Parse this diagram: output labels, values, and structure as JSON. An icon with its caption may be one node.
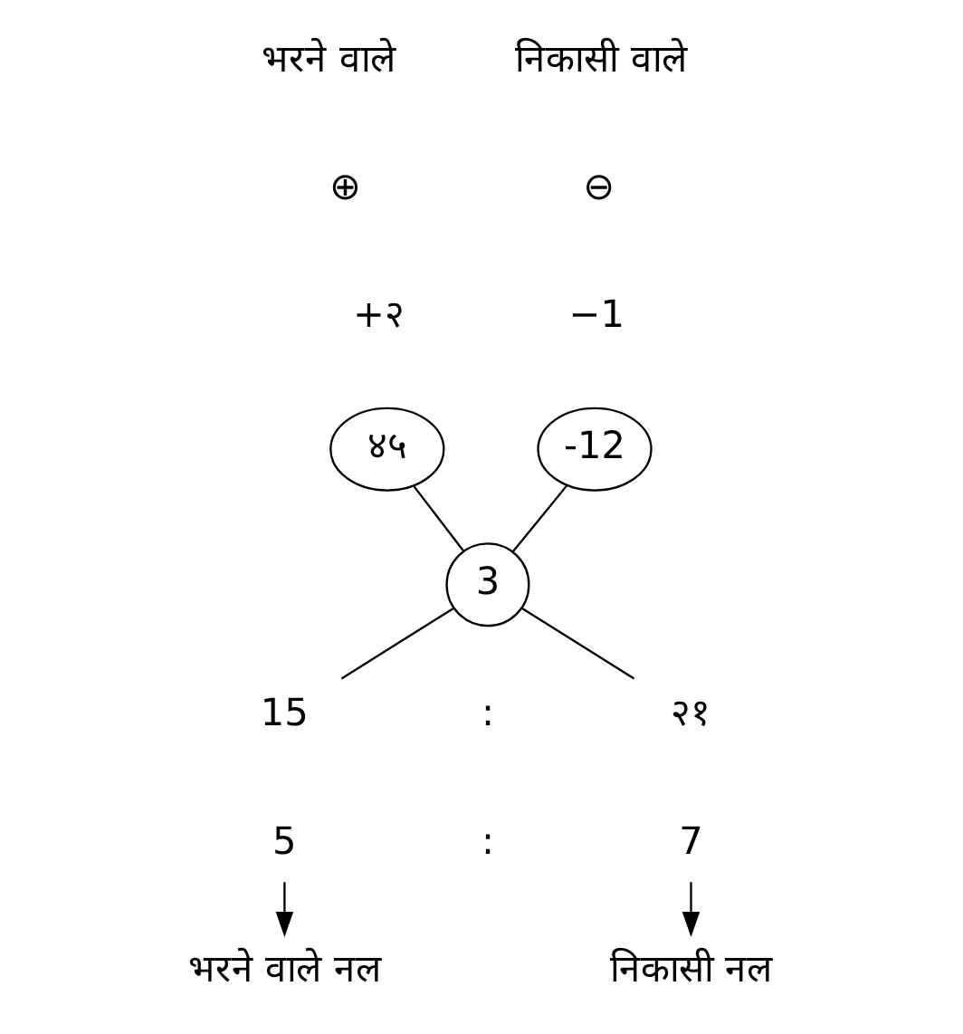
{
  "diagram": {
    "nodes": [
      {
        "text": [
          "४५"
        ]
      },
      {
        "text": [
          "-12"
        ]
      },
      {
        "text": [
          "3"
        ]
      },
      {
        "text": [
          "15"
        ]
      },
      {
        "text": [
          "२१"
        ]
      },
      {
        "text": [
          "5"
        ]
      },
      {
        "text": [
          "7"
        ]
      },
      {
        "text": [
          "भरने वाले नल"
        ]
      },
      {
        "text": [
          "निकासी नल"
        ]
      }
    ],
    "edges": [
      {
        "from": 0,
        "to": 2,
        "arrow": "none"
      },
      {
        "from": 1,
        "to": 2,
        "arrow": "none"
      },
      {
        "from": 2,
        "to": 3,
        "arrow": "none"
      },
      {
        "from": 2,
        "to": 4,
        "arrow": "none"
      },
      {
        "from": 5,
        "to": 7,
        "arrow": "to"
      },
      {
        "from": 6,
        "to": 8,
        "arrow": "to"
      }
    ],
    "labels": [
      "भरने वाले",
      "निकासी वाले",
      "⊕",
      "⊖",
      "+२",
      "−1",
      ":",
      ":"
    ]
  }
}
